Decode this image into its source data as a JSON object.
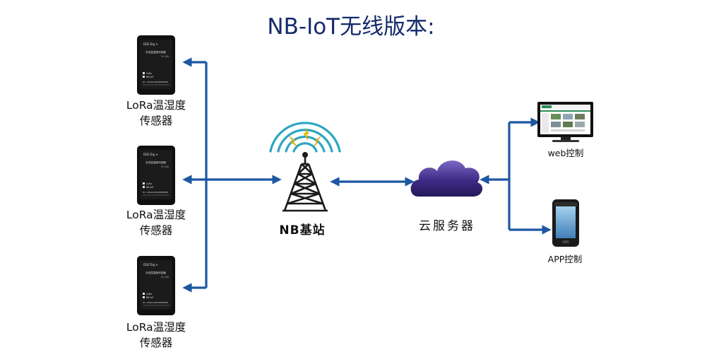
{
  "title": "NB-IoT无线版本:",
  "sensors": [
    {
      "line1": "LoRa温湿度",
      "line2": "传感器",
      "screen": {
        "header": "DSE Dig ✦",
        "name": "无线温湿度传感器",
        "model": "YL-100",
        "opt1": "LoRa",
        "opt2": "NB-IoT",
        "id": "ID: 4360218618888888"
      }
    },
    {
      "line1": "LoRa温湿度",
      "line2": "传感器",
      "screen": {
        "header": "DSE Dig ✦",
        "name": "无线温湿度传感器",
        "model": "YL-100",
        "opt1": "LoRa",
        "opt2": "NB-IoT",
        "id": "ID: 4360218618888888"
      }
    },
    {
      "line1": "LoRa温湿度",
      "line2": "传感器",
      "screen": {
        "header": "DSE Dig ✦",
        "name": "无线温湿度传感器",
        "model": "YL-100",
        "opt1": "LoRa",
        "opt2": "NB-IoT",
        "id": "ID: 4360218618888888"
      }
    }
  ],
  "base_station": {
    "label": "NB基站"
  },
  "cloud": {
    "label": "云服务器"
  },
  "web": {
    "label": "web控制"
  },
  "app": {
    "label": "APP控制"
  },
  "colors": {
    "arrow": "#1d56a3",
    "title": "#152a6b",
    "cloud": "#3d2a82",
    "signal": "#2aa6c2",
    "bolt": "#f4c400"
  }
}
